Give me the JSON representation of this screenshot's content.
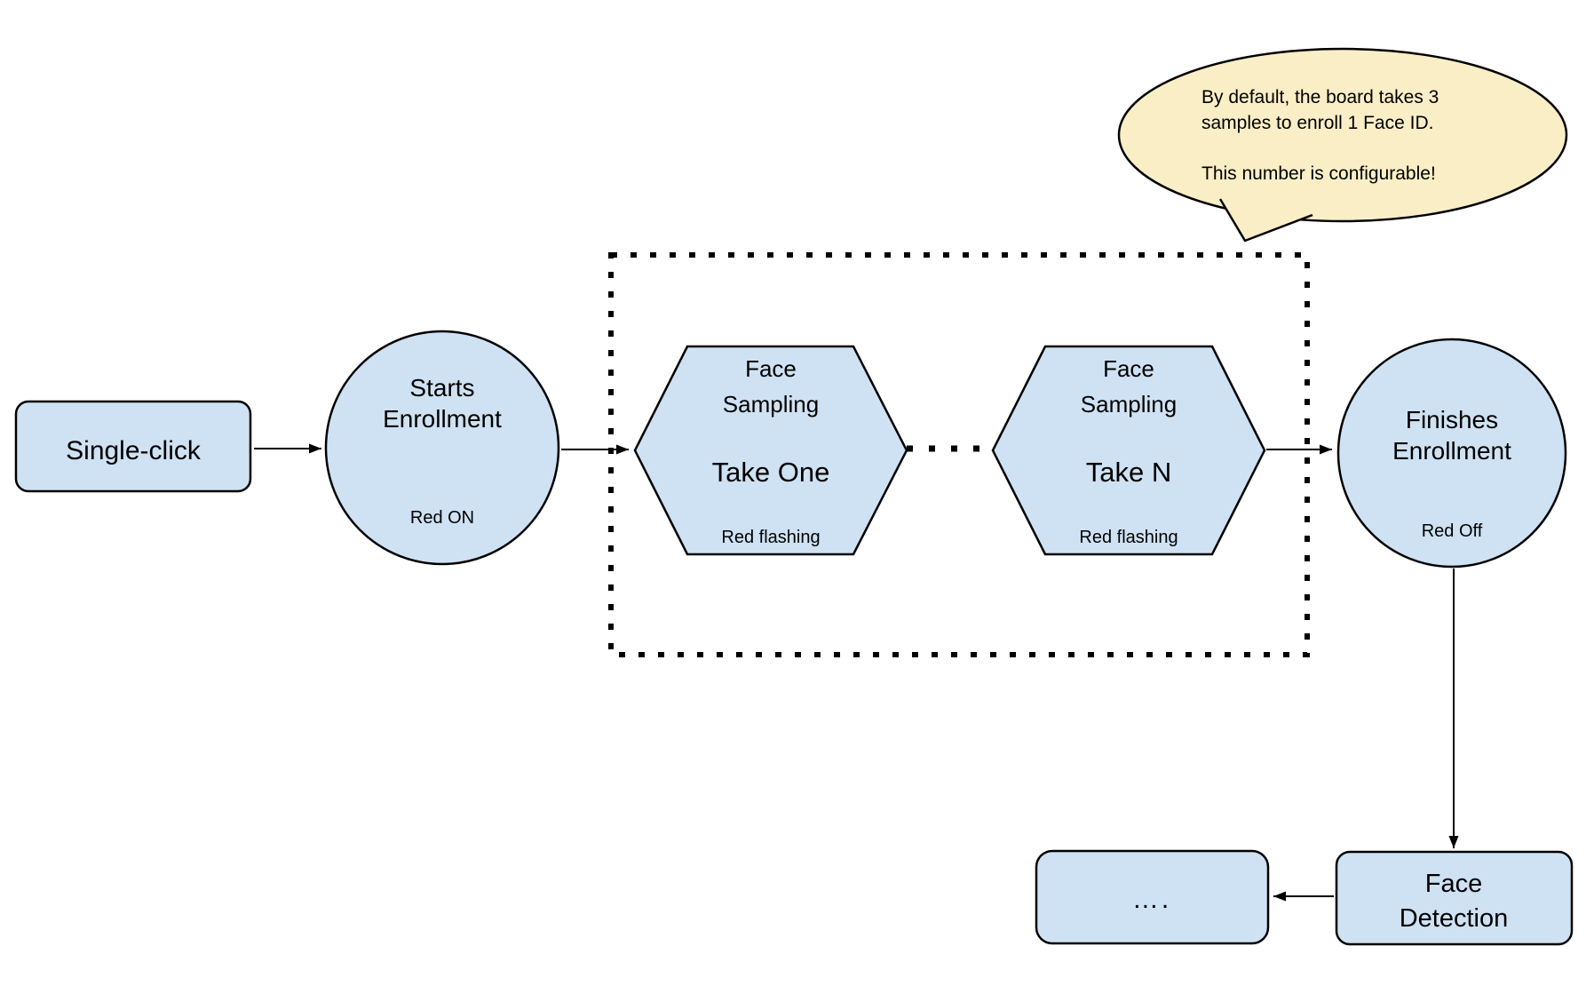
{
  "colors": {
    "background": "#ffffff",
    "shape_fill": "#cfe2f3",
    "callout_fill": "#faeec7",
    "stroke": "#000000",
    "text": "#000000"
  },
  "nodes": {
    "single_click": {
      "label": "Single-click"
    },
    "starts_enrollment": {
      "line1": "Starts",
      "line2": "Enrollment",
      "note": "Red ON"
    },
    "face_sampling_one": {
      "line1": "Face",
      "line2": "Sampling",
      "take": "Take One",
      "note": "Red flashing"
    },
    "face_sampling_n": {
      "line1": "Face",
      "line2": "Sampling",
      "take": "Take N",
      "note": "Red flashing"
    },
    "finishes_enrollment": {
      "line1": "Finishes",
      "line2": "Enrollment",
      "note": "Red Off"
    },
    "face_detection": {
      "line1": "Face",
      "line2": "Detection"
    },
    "ellipsis_box": {
      "label": "…."
    }
  },
  "callout": {
    "line1": "By default, the board takes 3",
    "line2": "samples to enroll 1 Face ID.",
    "line3": "This number is configurable!"
  }
}
